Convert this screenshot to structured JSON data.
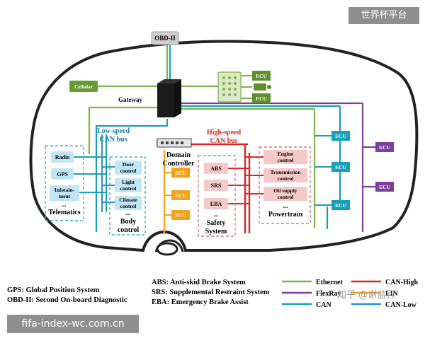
{
  "watermarks": {
    "top_right": "世界杯平台",
    "bottom_left": "fifa-index-wc.com.cn",
    "bottom_right": "知乎 @谢益行"
  },
  "colors": {
    "ethernet": "#7fb24c",
    "flexray": "#7b3f9e",
    "can": "#1aa0b4",
    "can_high": "#d9262a",
    "lin": "#f2a31b",
    "can_low": "#2f8fd0",
    "ecu_fill": "#1aa0b4",
    "ecu_purple": "#7b3f9e",
    "ecu_orange": "#f2a31b",
    "ecu_green": "#5f8f2c",
    "node_blue": "#bfe6f2",
    "node_pink": "#f6c9c9",
    "dashed_pink": "#e07a7a",
    "dashed_blue": "#3ab0c0"
  },
  "diagram": {
    "obd": "OBD-II",
    "cellular": "Cellular",
    "gateway": "Gateway",
    "domain_controller_1": "Domain",
    "domain_controller_2": "Controller",
    "low_speed_1": "Low-speed",
    "low_speed_2": "CAN bus",
    "high_speed_1": "High-speed",
    "high_speed_2": "CAN bus",
    "ecu": "ECU",
    "telematics": {
      "radio": "Radio",
      "gps": "GPS",
      "infotainment_1": "Infotain-",
      "infotainment_2": "ment",
      "dots": "...",
      "title": "Telematics"
    },
    "body": {
      "door_1": "Door",
      "door_2": "control",
      "light_1": "Light",
      "light_2": "control",
      "climate_1": "Climate",
      "climate_2": "control",
      "dots": "...",
      "title_1": "Body",
      "title_2": "control"
    },
    "safety": {
      "abs": "ABS",
      "srs": "SRS",
      "eba": "EBA",
      "dots": "...",
      "title_1": "Safety",
      "title_2": "System"
    },
    "powertrain": {
      "engine_1": "Engine",
      "engine_2": "control",
      "transmission_1": "Transmission",
      "transmission_2": "control",
      "oil_1": "Oil supply",
      "oil_2": "control",
      "dots": "...",
      "title": "Powertrain"
    }
  },
  "definitions": {
    "gps": "GPS: Global Position System",
    "obd": "OBD-II: Second On-board Diagnostic",
    "abs": "ABS: Anti-skid Brake System",
    "srs": "SRS: Supplemental Restraint System",
    "eba": "EBA: Emergency Brake Assist"
  },
  "legend": {
    "ethernet": "Ethernet",
    "flexray": "FlexRay",
    "can": "CAN",
    "can_high": "CAN-High",
    "lin": "LIN",
    "can_low": "CAN-Low"
  }
}
